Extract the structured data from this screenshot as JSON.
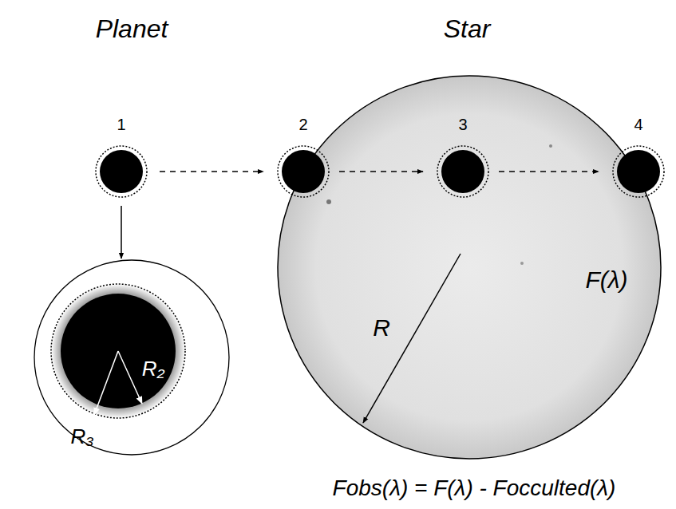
{
  "diagram": {
    "labels": [
      "Planet",
      "Star",
      "1",
      "2",
      "3",
      "4",
      "R₂",
      "R₃",
      "R",
      "F(λ)",
      "Fobs(λ) = F(λ) - Focculted(λ)"
    ]
  }
}
